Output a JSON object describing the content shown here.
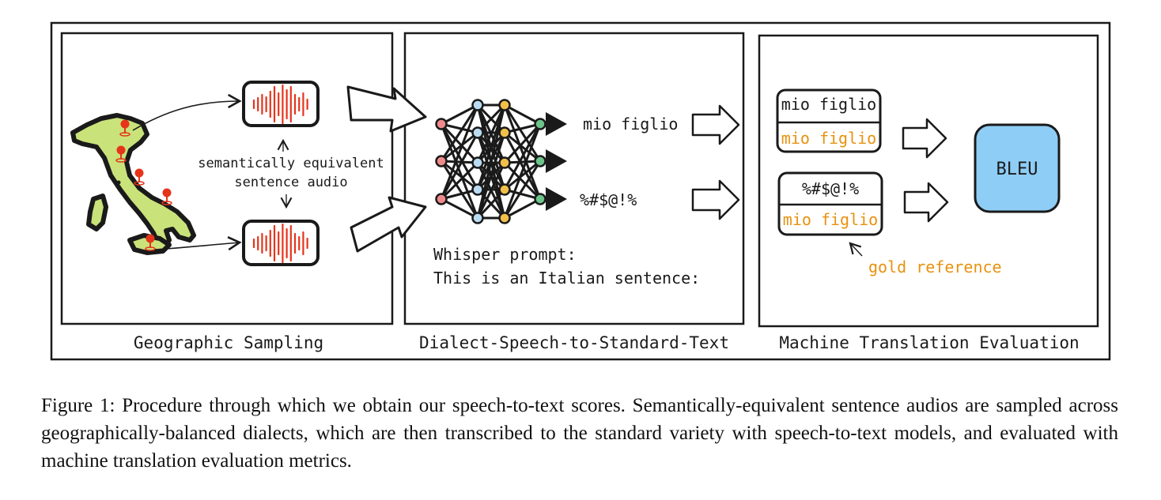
{
  "panels": {
    "left": {
      "label": "Geographic Sampling"
    },
    "middle": {
      "label": "Dialect-Speech-to-Standard-Text"
    },
    "right": {
      "label": "Machine Translation Evaluation"
    }
  },
  "geo": {
    "note_line1": "semantically equivalent",
    "note_line2": "sentence audio"
  },
  "stt": {
    "output_good": "mio figlio",
    "output_bad": "%#$@!%",
    "prompt_line1": "Whisper prompt:",
    "prompt_line2": "This is an Italian sentence:"
  },
  "mt": {
    "box1_hyp": "mio figlio",
    "box1_ref": "mio figlio",
    "box2_hyp": "%#$@!%",
    "box2_ref": "mio figlio",
    "metric": "BLEU",
    "gold_label": "gold reference"
  },
  "colors": {
    "italy_fill": "#c9e27a",
    "pin": "#e5341b",
    "wave": "#e5341b",
    "bleu_fill": "#8ecdf5",
    "gold": "#e8920f",
    "node_red": "#f08a8a",
    "node_blue": "#b9dcf2",
    "node_yellow": "#f2c04a",
    "node_green": "#6cc48b"
  },
  "caption": "Figure 1: Procedure through which we obtain our speech-to-text scores. Semantically-equivalent sentence audios are sampled across geographically-balanced dialects, which are then transcribed to the standard variety with speech-to-text models, and evaluated with machine translation evaluation metrics."
}
